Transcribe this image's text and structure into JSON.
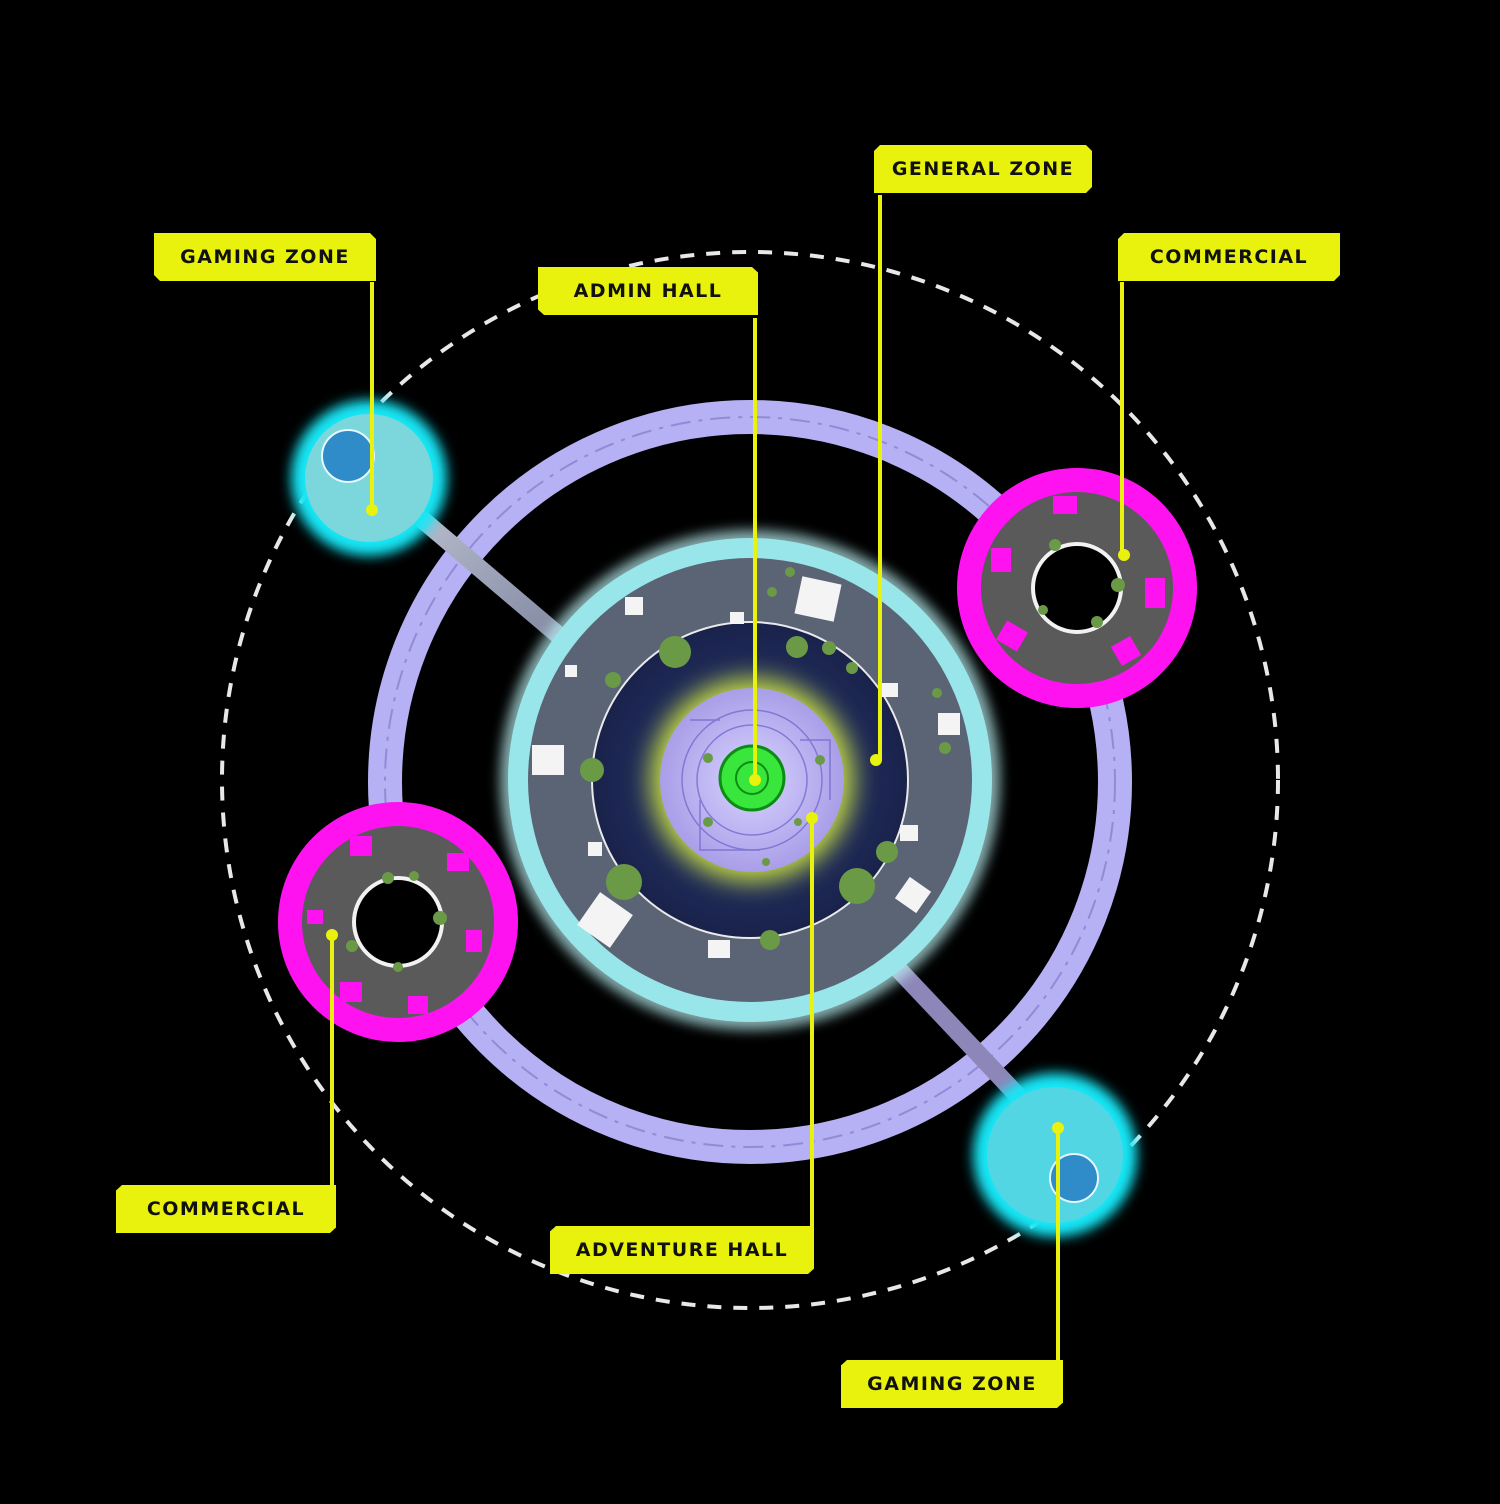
{
  "colors": {
    "background": "#000000",
    "label_fill": "#e9f20c",
    "label_text": "#111111",
    "leader": "#e9f20c",
    "commercial_glow": "#ff12f0",
    "gaming_glow": "#19e6f5",
    "ring_lavender": "#a9a3f0",
    "core_green": "#36e83a",
    "plaza_stone": "#5d6677",
    "water_navy": "#1f2b5a"
  },
  "labels": {
    "general_zone": "GENERAL ZONE",
    "gaming_zone_top": "GAMING ZONE",
    "admin_hall": "ADMIN HALL",
    "commercial_right": "COMMERCIAL",
    "commercial_left": "COMMERCIAL",
    "adventure_hall": "ADVENTURE HALL",
    "gaming_zone_bottom": "GAMING ZONE"
  }
}
